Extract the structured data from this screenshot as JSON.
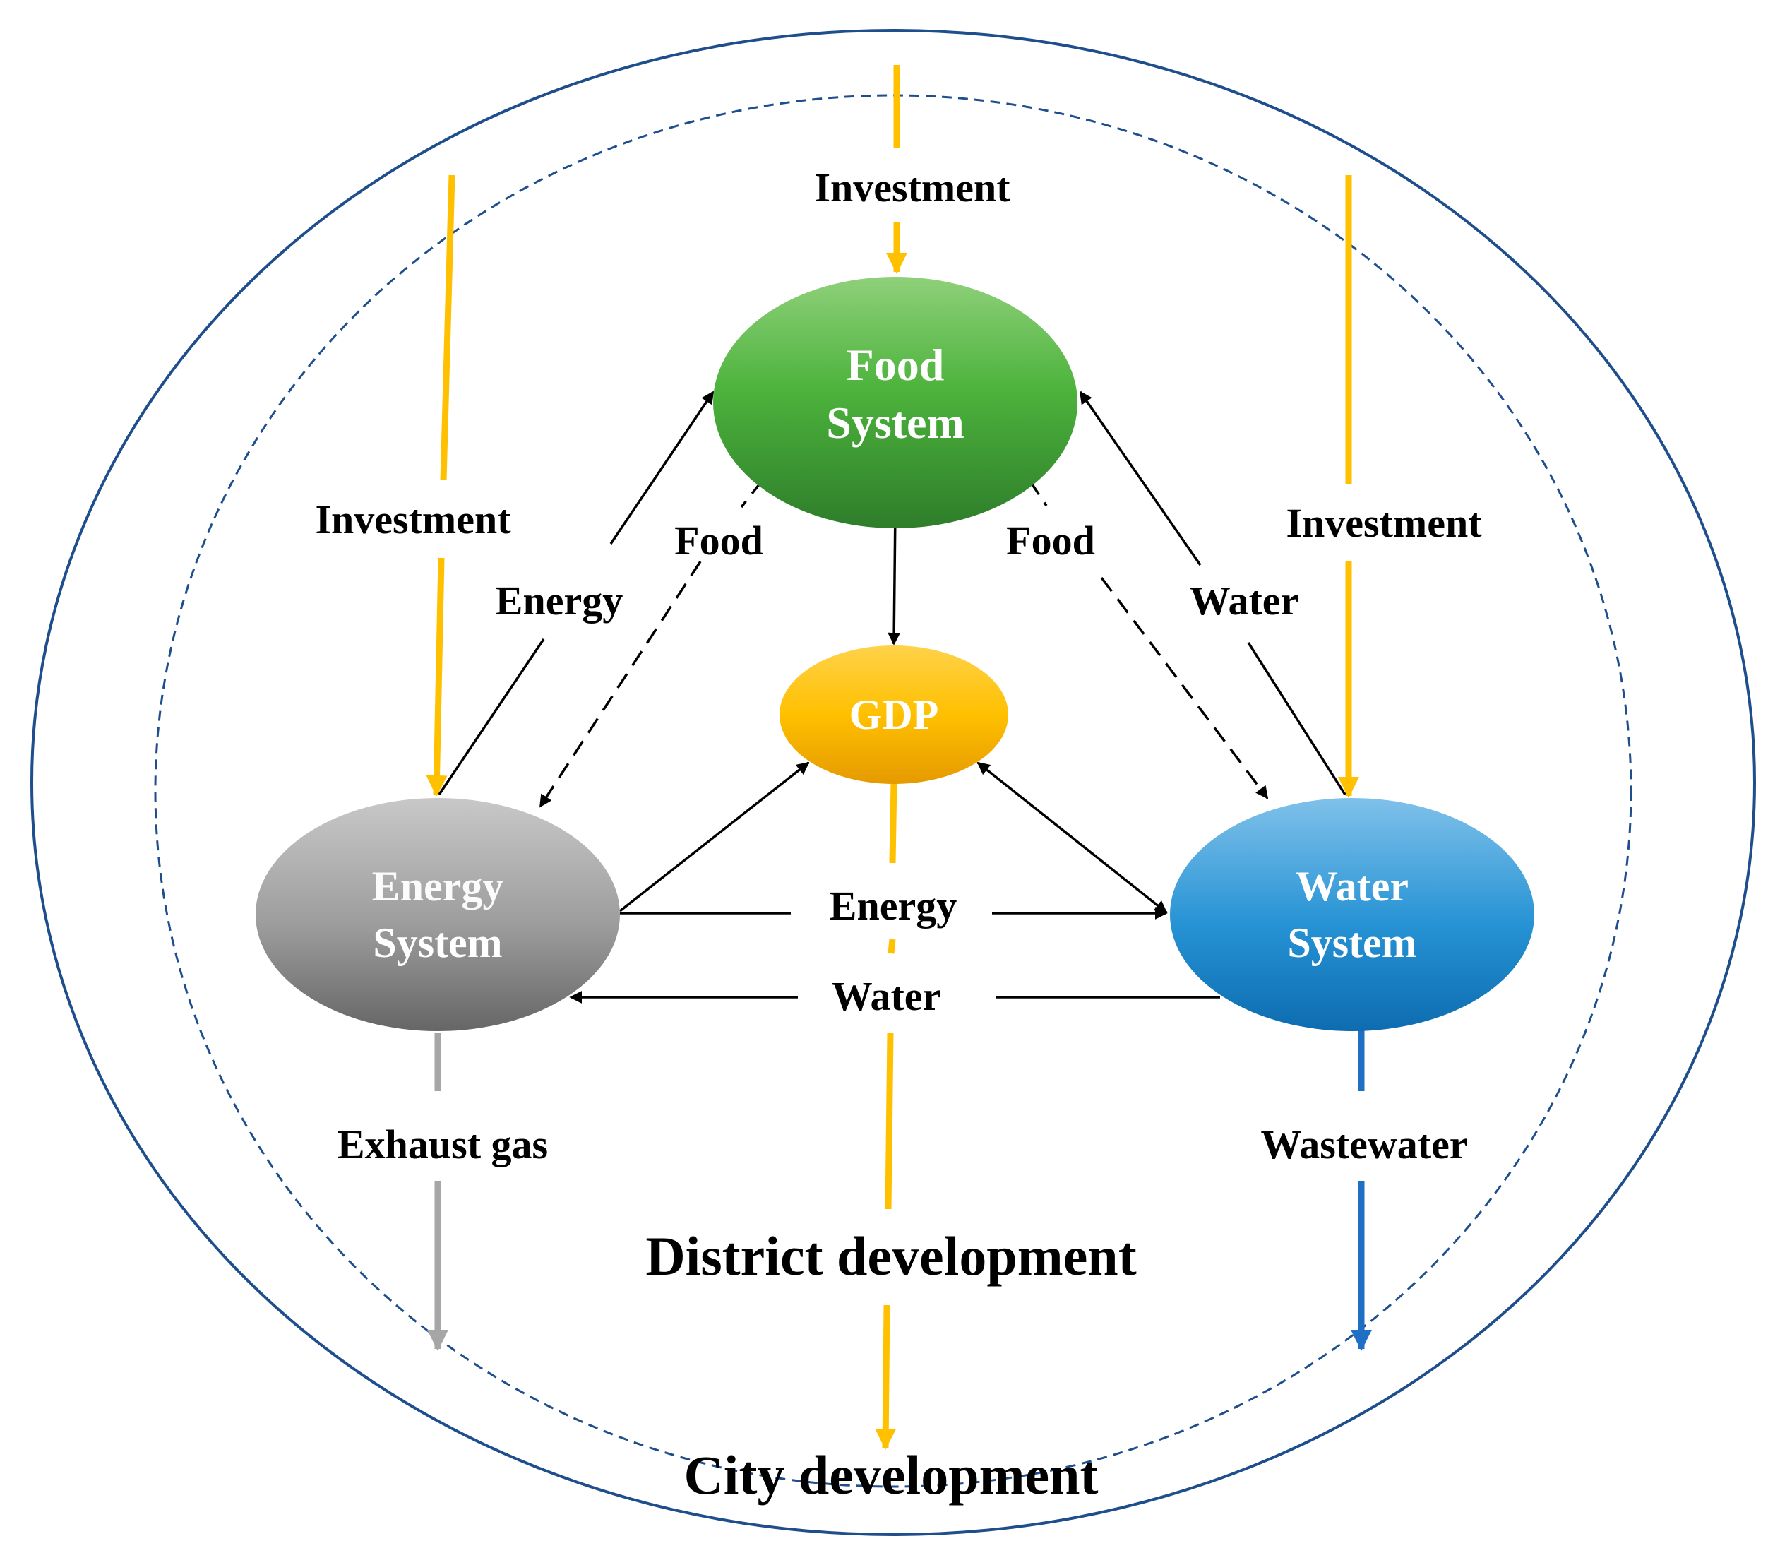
{
  "nodes": {
    "food": {
      "line1": "Food",
      "line2": "System"
    },
    "gdp": {
      "label": "GDP"
    },
    "energy": {
      "line1": "Energy",
      "line2": "System"
    },
    "water": {
      "line1": "Water",
      "line2": "System"
    }
  },
  "flows": {
    "investment_top": "Investment",
    "investment_left": "Investment",
    "investment_right": "Investment",
    "energy_to_food": "Energy",
    "food_to_energy": "Food",
    "food_to_water": "Food",
    "water_to_food": "Water",
    "energy_to_water": "Energy",
    "water_to_energy": "Water",
    "exhaust": "Exhaust gas",
    "wastewater": "Wastewater"
  },
  "scopes": {
    "district": "District development",
    "city": "City development"
  },
  "colors": {
    "investment_arrow": "#FFC000",
    "exhaust_arrow": "#A6A6A6",
    "wastewater_arrow": "#1F6FC5",
    "outer_ellipse": "#1F4E8C",
    "food_node": "#4CAF3A",
    "gdp_node": "#F5B400",
    "energy_node": "#8C8C8C",
    "water_node": "#1E90D0"
  }
}
